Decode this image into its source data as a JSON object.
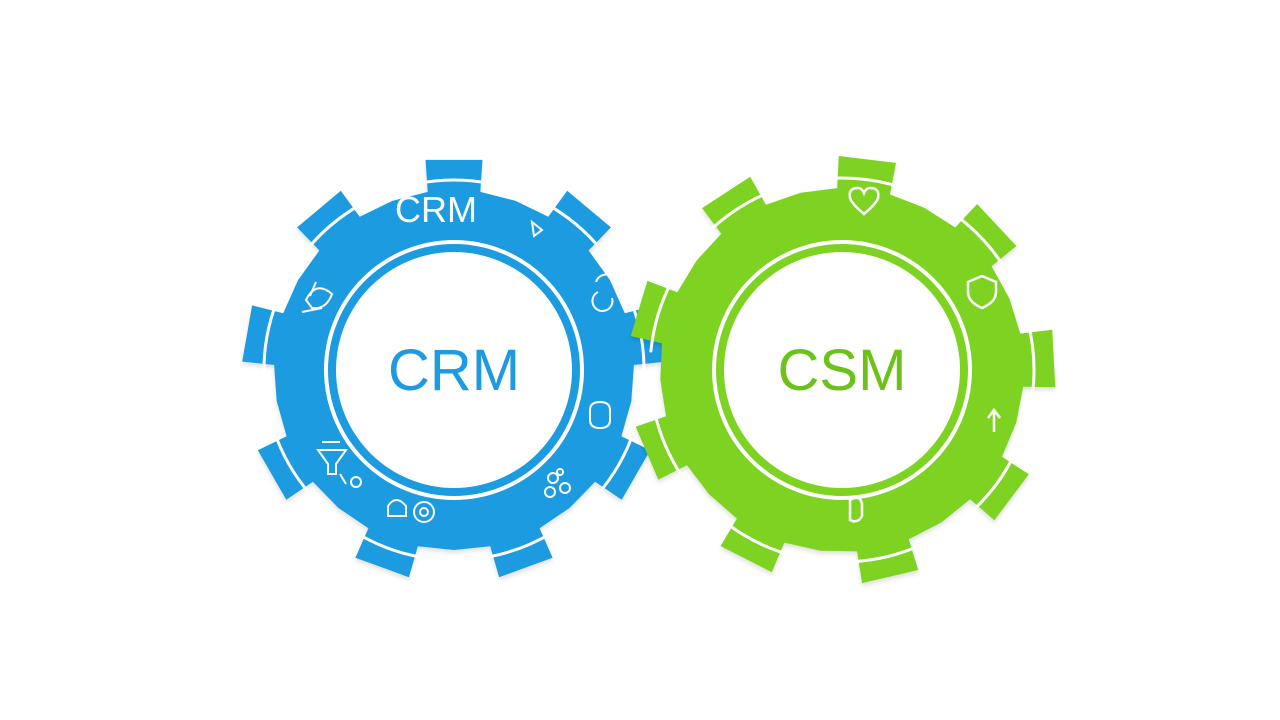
{
  "gears": [
    {
      "id": "crm",
      "center_label": "CRM",
      "rim_label": "CRM",
      "color": "#1e9be0",
      "text_color": "#1e9be0",
      "icons": [
        "person-heart-icon",
        "refresh-icon",
        "chat-icon",
        "network-icon",
        "donut-icon",
        "handshake-icon",
        "funnel-icon",
        "filter-person-icon"
      ]
    },
    {
      "id": "csm",
      "center_label": "CSM",
      "color": "#7ed321",
      "text_color": "#6cc11a",
      "icons": [
        "heart-icon",
        "shield-icon",
        "growth-arrow-icon",
        "face-icon"
      ]
    }
  ]
}
